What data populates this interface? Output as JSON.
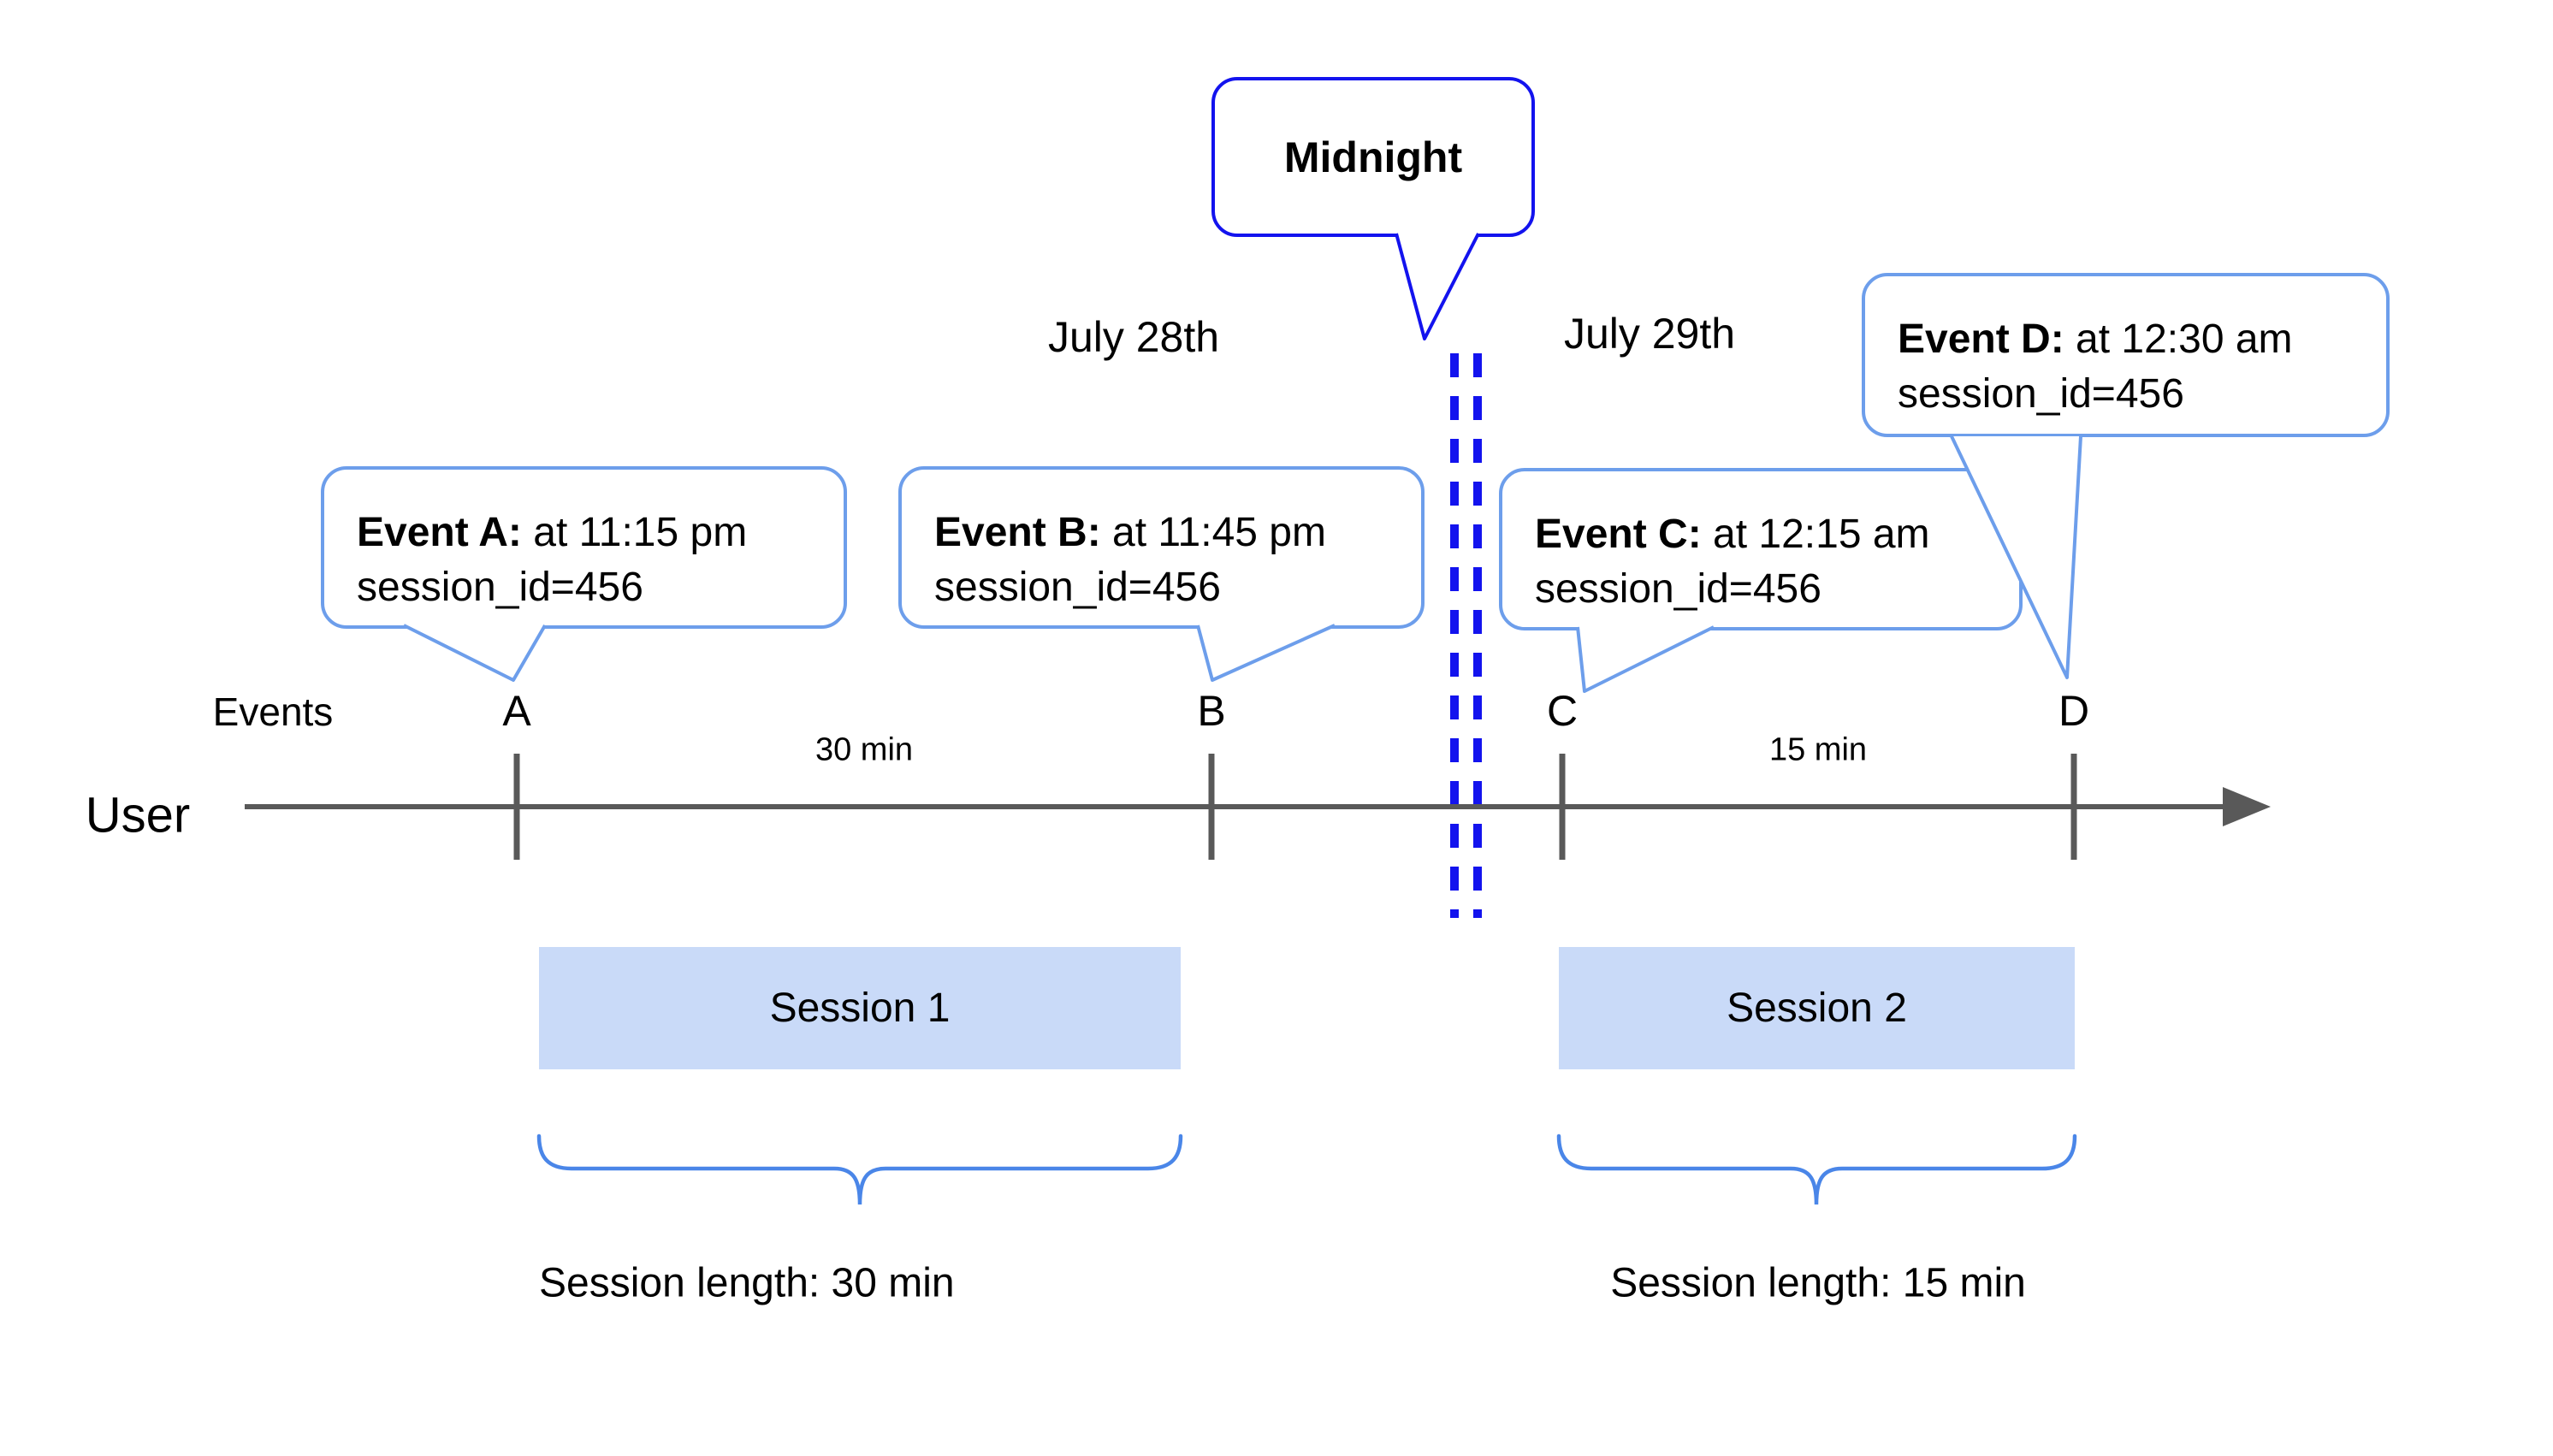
{
  "dates": {
    "left": "July 28th",
    "right": "July 29th"
  },
  "midnight": {
    "label": "Midnight"
  },
  "events": [
    {
      "name": "Event A:",
      "time": " at 11:15 pm",
      "session": "session_id=456",
      "tick": "A"
    },
    {
      "name": "Event B:",
      "time": " at 11:45 pm",
      "session": "session_id=456",
      "tick": "B"
    },
    {
      "name": "Event C:",
      "time": " at 12:15 am",
      "session": "session_id=456",
      "tick": "C"
    },
    {
      "name": "Event D:",
      "time": " at 12:30 am",
      "session": "session_id=456",
      "tick": "D"
    }
  ],
  "axis": {
    "events_label": "Events",
    "user_label": "User",
    "intervals": [
      {
        "label": "30 min"
      },
      {
        "label": "15 min"
      }
    ]
  },
  "sessions": [
    {
      "label": "Session 1",
      "length_label": "Session length: 30 min"
    },
    {
      "label": "Session 2",
      "length_label": "Session length: 15 min"
    }
  ],
  "colors": {
    "accent_blue": "#1313ee",
    "bubble_blue": "#6d9eeb",
    "brace_blue": "#4a86e8",
    "session_fill": "#c9daf8",
    "axis_gray": "#595959",
    "text_black": "#000000"
  }
}
